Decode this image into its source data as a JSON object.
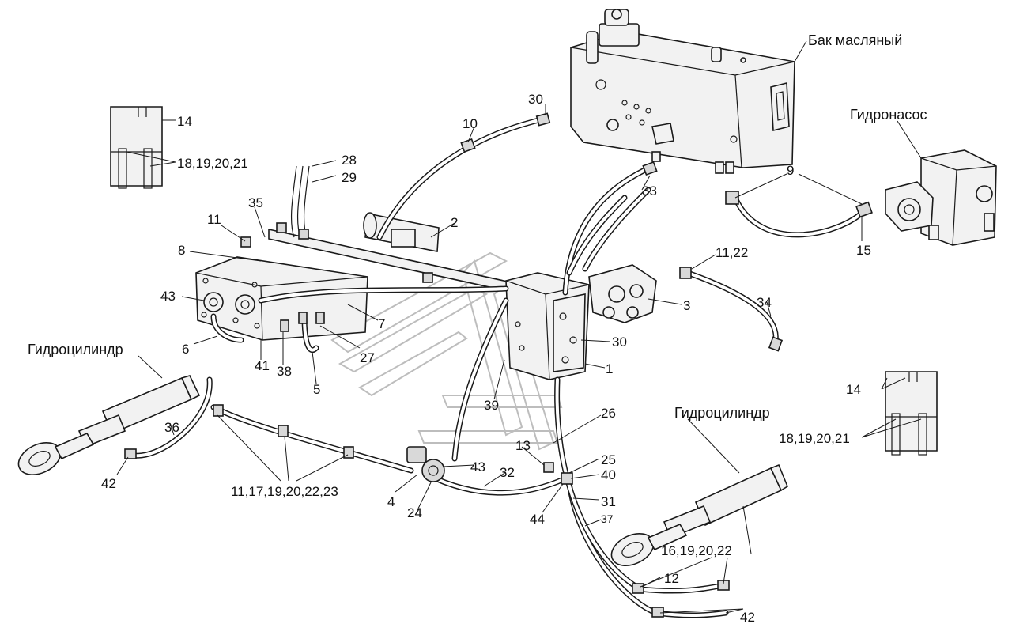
{
  "titles": {
    "oil_tank": "Бак масляный",
    "pump": "Гидронасос",
    "cylinder_left": "Гидроцилиндр",
    "cylinder_right": "Гидроцилиндр"
  },
  "callouts": {
    "c14a": "14",
    "c18a": "18,19,20,21",
    "c28": "28",
    "c29": "29",
    "c30a": "30",
    "c10": "10",
    "c33": "33",
    "c9": "9",
    "c15": "15",
    "c35": "35",
    "c11a": "11",
    "c2": "2",
    "c8": "8",
    "c11_22": "11,22",
    "c43a": "43",
    "c7": "7",
    "c3": "3",
    "c34": "34",
    "c6": "6",
    "c41": "41",
    "c38": "38",
    "c27": "27",
    "c30b": "30",
    "c5": "5",
    "c1": "1",
    "c14b": "14",
    "c18b": "18,19,20,21",
    "c36": "36",
    "c39": "39",
    "c26": "26",
    "c13": "13",
    "c42a": "42",
    "c11_17": "11,17,19,20,22,23",
    "c43b": "43",
    "c32": "32",
    "c25": "25",
    "c40": "40",
    "c4": "4",
    "c24": "24",
    "c44": "44",
    "c31": "31",
    "c37": "37",
    "c16": "16,19,20,22",
    "c12": "12",
    "c42b": "42"
  }
}
